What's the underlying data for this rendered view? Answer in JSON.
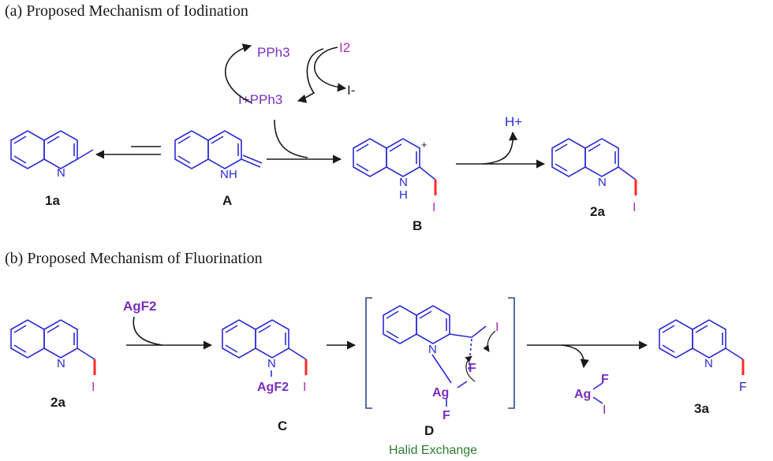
{
  "part_a": {
    "heading": "(a) Proposed Mechanism of Iodination",
    "reagents": {
      "pph3": "PPh3",
      "i2": "I2",
      "iodide": "I-",
      "iplus_pph3": "I+PPh3",
      "hplus": "H+"
    },
    "compound_labels": [
      "1a",
      "A",
      "B",
      "2a"
    ],
    "atoms": {
      "n": "N",
      "nh": "N",
      "h": "H",
      "iodine": "I",
      "plus": "+"
    }
  },
  "part_b": {
    "heading": "(b) Proposed Mechanism of Fluorination",
    "reagents": {
      "agf2": "AgF2"
    },
    "compound_labels": [
      "2a",
      "C",
      "D",
      "3a"
    ],
    "complex_C": {
      "agf2": "AgF2"
    },
    "complex_D": {
      "ag": "Ag",
      "f_top": "F",
      "f_bottom": "F",
      "iodine": "I"
    },
    "byproduct": {
      "ag": "Ag",
      "f": "F",
      "i": "I"
    },
    "caption": "Halid Exchange",
    "atoms": {
      "n": "N",
      "iodine": "I",
      "fluorine": "F"
    }
  },
  "colors": {
    "bond": "#2b2bd6",
    "purple": "#7a2fbf",
    "magenta": "#b02fb8",
    "red": "#ff2a2a",
    "black": "#1a1a1a",
    "green": "#2e7d32"
  }
}
